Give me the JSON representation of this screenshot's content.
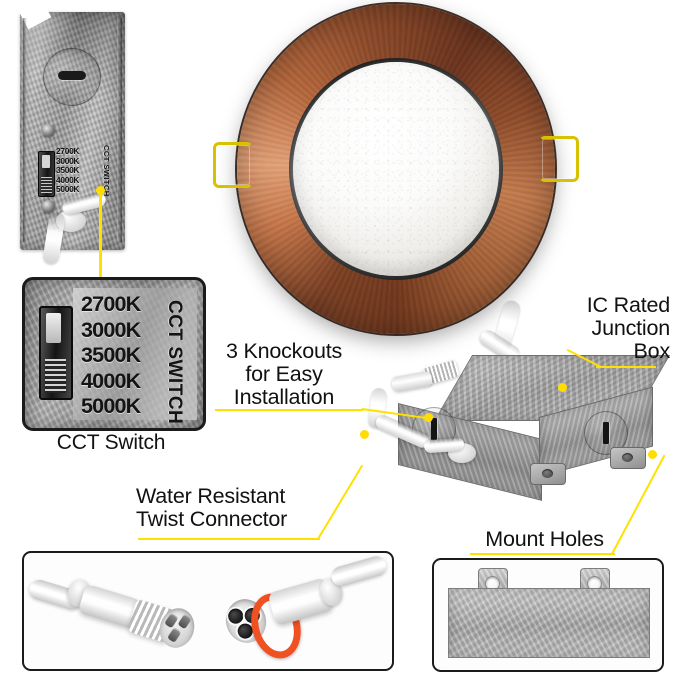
{
  "image": {
    "title": "LED Recessed Downlight Feature Infographic",
    "background_color": "#ffffff",
    "callout_accent_color": "#FFE100",
    "text_color": "#111111"
  },
  "callouts": {
    "knockouts": "3 Knockouts\nfor Easy\nInstallation",
    "junction_box": "IC Rated\nJunction\nBox",
    "twist_connector": "Water Resistant\nTwist Connector",
    "mount_holes": "Mount Holes",
    "cct_switch_caption": "CCT Switch"
  },
  "cct_switch": {
    "vertical_label": "CCT SWITCH",
    "temperatures": [
      "2700K",
      "3000K",
      "3500K",
      "4000K",
      "5000K"
    ]
  },
  "product": {
    "trim_finish_color": "#9d5730",
    "lens_color": "#f4f2ee",
    "spring_clip_color": "#d6c200",
    "junction_box_color": "#b0b0b0",
    "connector_ring_color": "#ef5123"
  },
  "panels": {
    "cct_detail": "cct-switch-zoom-panel",
    "connectors": "twist-connector-pair-panel",
    "mount_plate": "mount-plate-panel"
  }
}
